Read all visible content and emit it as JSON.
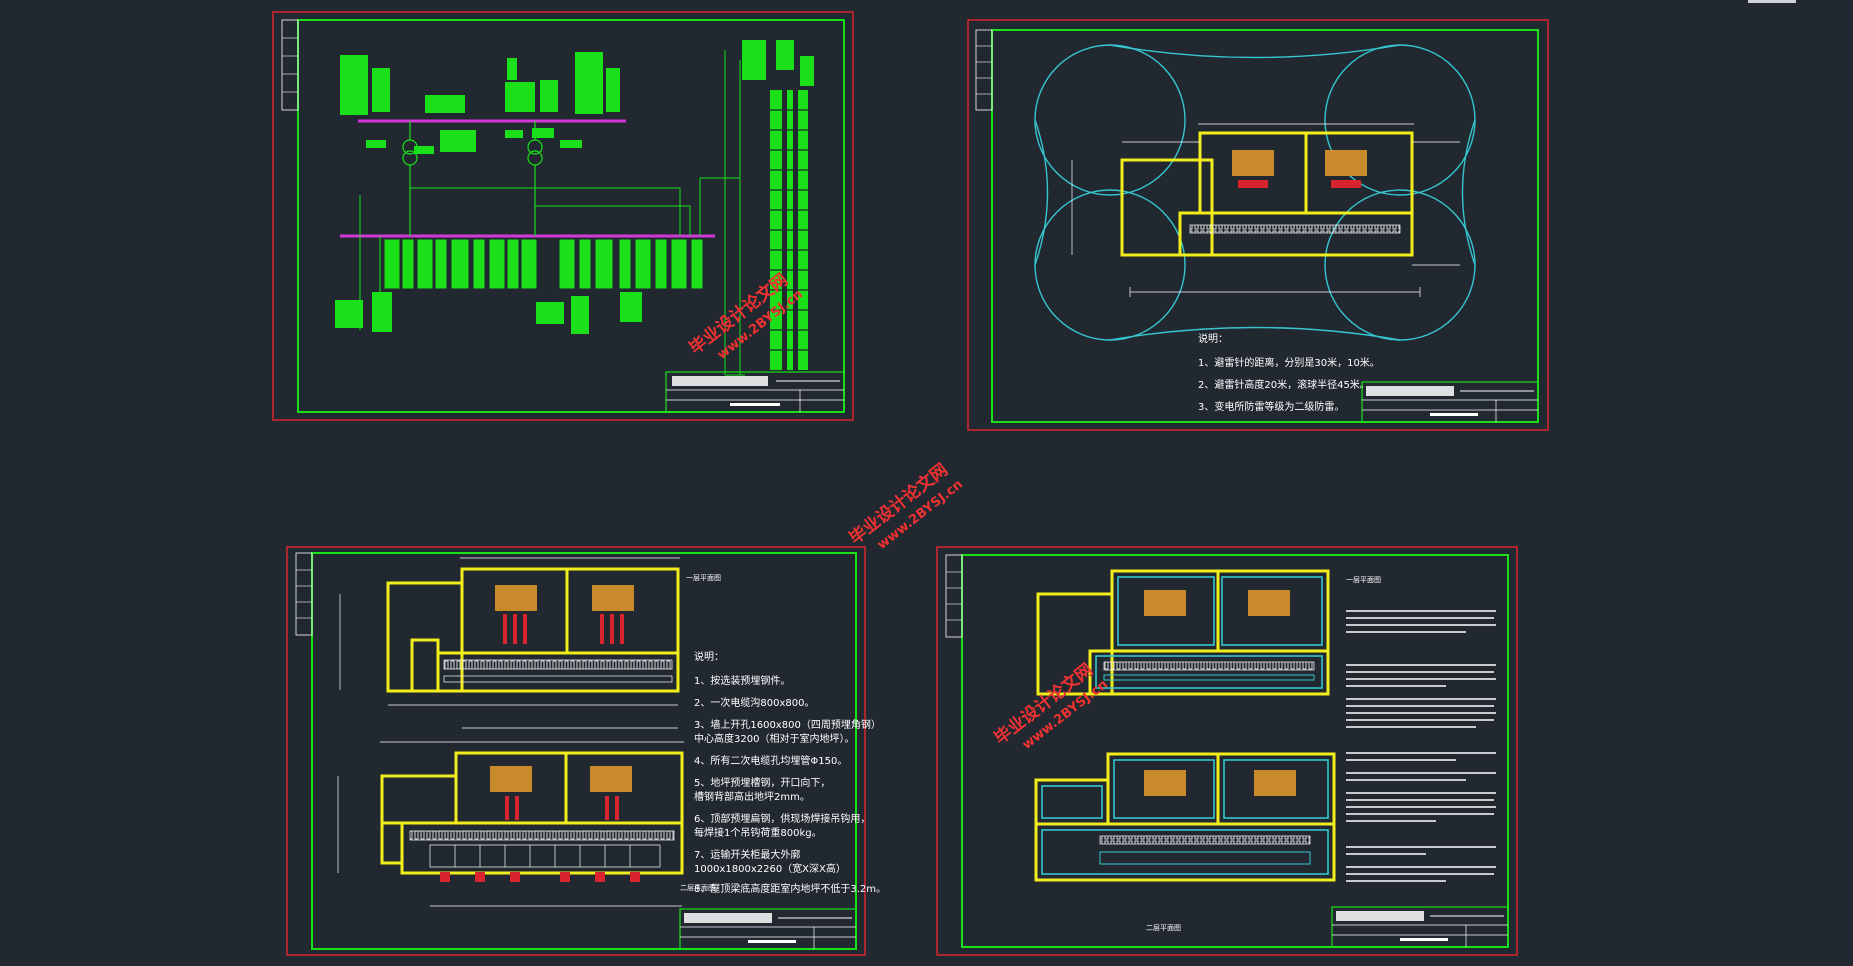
{
  "colors": {
    "background": "#212830",
    "sheet_border": "#d8242c",
    "frame": "#19e019",
    "wall": "#f2ee1c",
    "circle": "#36c6d0",
    "equipment": "#c88a2a",
    "bus": "#d238d8"
  },
  "watermark": {
    "cn": "毕业设计论文网",
    "url": "www.2BYSJ.cn"
  },
  "sheet_tr": {
    "notes_heading": "说明：",
    "notes": [
      "1、避雷针的距离，分别是30米，10米。",
      "2、避雷针高度20米，滚球半径45米。",
      "3、变电所防雷等级为二级防雷。"
    ]
  },
  "sheet_bl": {
    "notes_heading": "说明：",
    "notes": [
      "1、按选装预埋钢件。",
      "2、一次电缆沟800x800。",
      "3、墙上开孔1600x800（四周预埋角钢）",
      "中心高度3200（相对于室内地坪）。",
      "4、所有二次电缆孔均埋管Φ150。",
      "5、地坪预埋槽钢，开口向下，",
      "槽钢背部高出地坪2mm。",
      "6、顶部预埋扁钢，供现场焊接吊钩用，",
      "每焊接1个吊钩荷重800kg。",
      "7、运输开关柜最大外廓",
      "1000x1800x2260（宽X深X高）",
      "8、屋顶梁底高度距室内地坪不低于3.2m。"
    ]
  }
}
